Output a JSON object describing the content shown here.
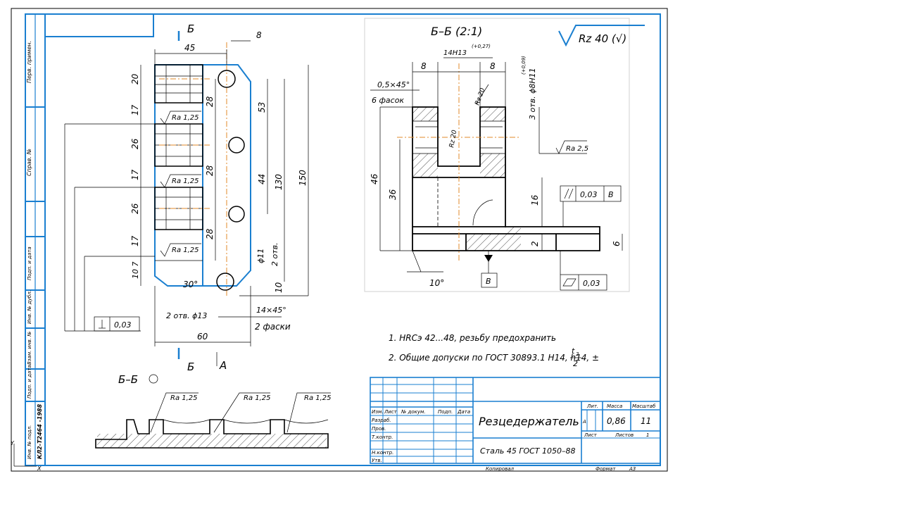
{
  "colors": {
    "frame": "#1a7fd0",
    "line": "#000000",
    "center": "#e08a2a"
  },
  "left_strip": {
    "perv_primen": "Перв. примен.",
    "sprav_no": "Справ. №",
    "podp_data_1": "Подп. и дата",
    "inv_dubl": "Инв. № дубл.",
    "vzam_inv": "Взам. инв. №",
    "podp_data_2": "Подп. и дата",
    "inv_podl": "Инв. № подл.",
    "inv_value": "КЛ2-Т2464 -1988"
  },
  "main_view": {
    "section_mark_top": "Б",
    "section_mark_bottom": "Б",
    "view_mark_a": "А",
    "dims": {
      "d45": "45",
      "d8": "8",
      "d60": "60",
      "d150": "150",
      "d130": "130",
      "d53": "53",
      "d44": "44",
      "d20": "20",
      "d17a": "17",
      "d26a": "26",
      "d17b": "17",
      "d26b": "26",
      "d17c": "17",
      "d10_7": "10 7",
      "d28a": "28",
      "d28b": "28",
      "d28c": "28",
      "d10": "10",
      "phi11": "ϕ11",
      "otv2": "2 отв.",
      "angle30": "30°",
      "holes13": "2 отв. ϕ13",
      "chamf": "14×45°",
      "facets": "2 фаски"
    },
    "ra_marks": [
      "Ra 1,25",
      "Ra 1,25",
      "Ra 1,25"
    ],
    "perp_tol": "0,03"
  },
  "section_view": {
    "title": "Б–Б (2:1)",
    "roughness_general": "Rz 40 (√)",
    "tol_14h13": "14H13",
    "tol_14h13_dev": "(+0,27)",
    "d8a": "8",
    "d8b": "8",
    "chamfer": "0,5×45°",
    "chamfer_count": "6 фасок",
    "rz20a": "Rz 20",
    "rz20b": "Rz 20",
    "holes": "3 отв. ϕ8H11",
    "holes_dev": "(+0,09)",
    "ra25": "Ra 2,5",
    "d46": "46",
    "d36": "36",
    "d16": "16",
    "d2": "2",
    "d6": "6",
    "angle10": "10°",
    "parallel_tol": "0,03",
    "parallel_base": "B",
    "flat_tol": "0,03",
    "base_b": "B"
  },
  "bottom_section": {
    "title": "Б–Б",
    "ra_marks": [
      "Ra 1,25",
      "Ra 1,25",
      "Ra 1,25"
    ]
  },
  "notes": [
    "1. HRCэ 42...48, резьбу предохранить",
    "2. Общие допуски по ГОСТ 30893.1 H14, h14, ±"
  ],
  "notes_frac": {
    "num": "t",
    "num_sub": "2",
    "den": "2"
  },
  "title_block": {
    "name": "Резцедержатель",
    "material": "Сталь 45 ГОСТ 1050–88",
    "col_headers": [
      "Изм.",
      "Лист",
      "№ докум.",
      "Подп.",
      "Дата"
    ],
    "roles": [
      "Разраб.",
      "Пров.",
      "Т.контр.",
      "",
      "Н.контр.",
      "Утв."
    ],
    "lit": "Лит.",
    "massa": "Масса",
    "masshtab": "Масштаб",
    "lit_value": "А",
    "mass_value": "0,86",
    "scale_value": "11",
    "list": "Лист",
    "listov": "Листов",
    "listov_value": "1",
    "kopiroval": "Копировал",
    "format": "Формат",
    "format_value": "А3"
  }
}
